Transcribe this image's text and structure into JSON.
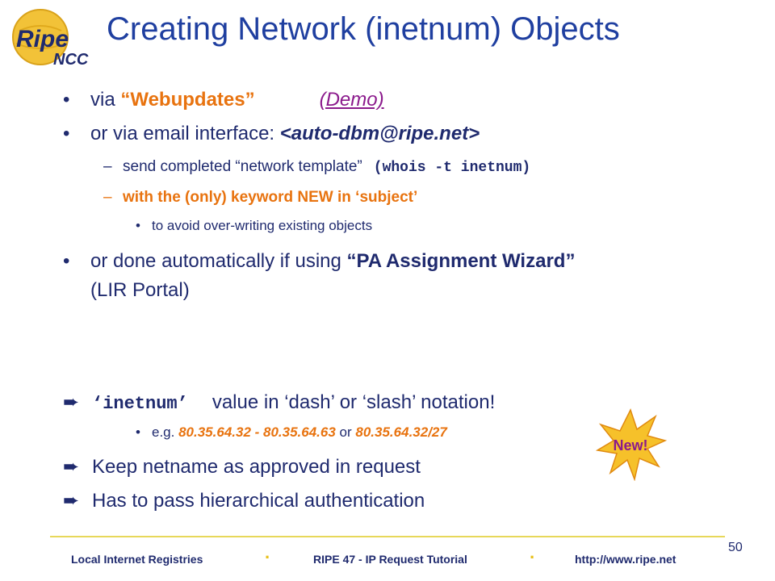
{
  "logo": {
    "main": "Ripe",
    "sub": "NCC"
  },
  "title": "Creating Network (inetnum) Objects",
  "bullets": {
    "webupdates": {
      "prefix": "via ",
      "keyword": "“Webupdates”",
      "link": "(Demo)"
    },
    "email": {
      "prefix": "or via email interface: ",
      "address": "<auto-dbm@ripe.net>"
    },
    "send_template": {
      "text": "send completed “network template”",
      "code": "(whois -t inetnum)"
    },
    "keyword_new": "with the (only) keyword NEW in ‘subject’",
    "avoid_overwrite": "to avoid over-writing existing objects",
    "wizard": {
      "prefix": "or done automatically if using ",
      "name": "“PA Assignment Wizard”",
      "line2": "(LIR Portal)"
    },
    "inetnum_value": {
      "code": "‘inetnum’",
      "text": "value in ‘dash’ or ‘slash’ notation!"
    },
    "example": {
      "prefix": "e.g. ",
      "range": "80.35.64.32 - 80.35.64.63",
      "or": " or ",
      "prefix_cidr": "80.35.64.32/27"
    },
    "netname": "Keep netname as approved in request",
    "auth": "Has to pass hierarchical authentication"
  },
  "badge": "New!",
  "footer": {
    "left": "Local Internet Registries",
    "center": "RIPE 47 - IP Request Tutorial",
    "right": "http://www.ripe.net",
    "separator": ".",
    "page": "50"
  },
  "colors": {
    "title": "#1f3fa0",
    "text": "#1f2a6e",
    "accent": "#e8730f",
    "link": "#8b1a8c",
    "badge": "#f6c12a",
    "rule": "#e7d85a"
  }
}
